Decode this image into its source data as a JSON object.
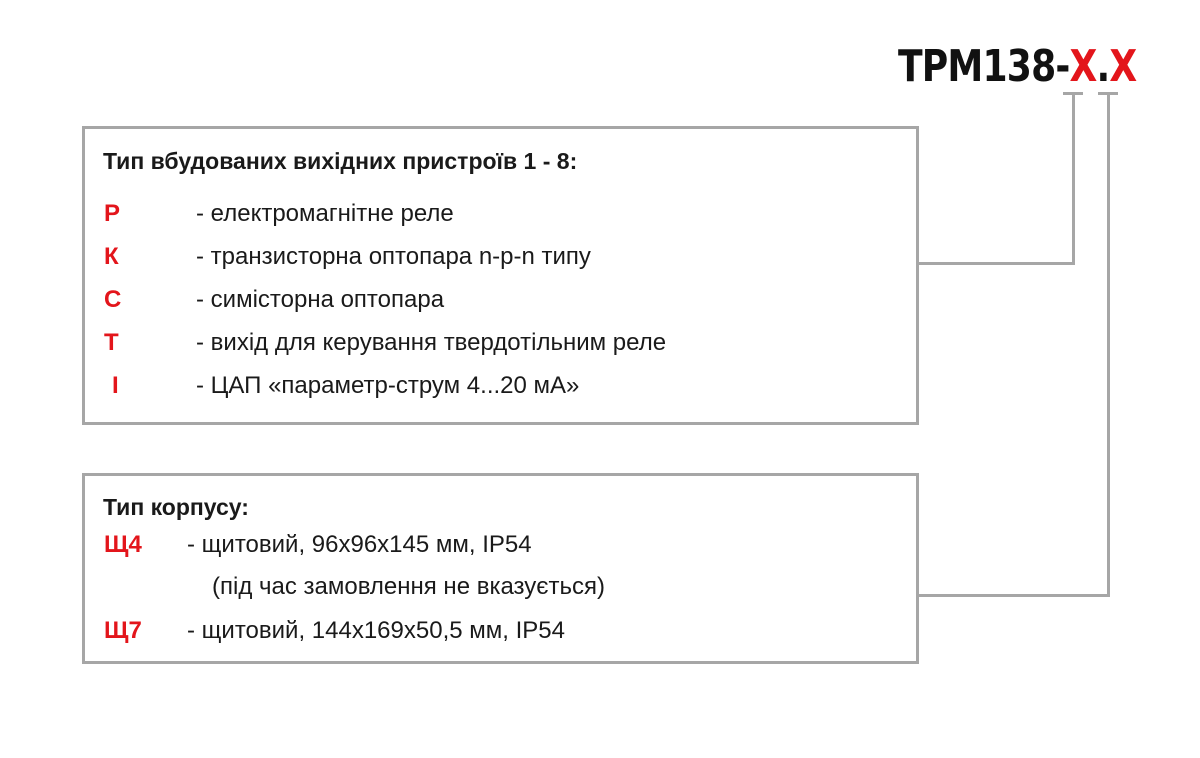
{
  "title": {
    "prefix": "ТРМ138-",
    "code1": "X",
    "sep": ".",
    "code2": "X"
  },
  "output_types": {
    "heading": "Тип вбудованих вихідних пристроїв 1 - 8:",
    "items": [
      {
        "code": "Р",
        "desc": "- електромагнітне реле"
      },
      {
        "code": "К",
        "desc": "- транзисторна оптопара n-p-n типу"
      },
      {
        "code": "С",
        "desc": "- симісторна оптопара"
      },
      {
        "code": "Т",
        "desc": "- вихід для керування твердотільним реле"
      },
      {
        "code": "І",
        "desc": "- ЦАП «параметр-струм 4...20 мА»"
      }
    ]
  },
  "housing": {
    "heading": "Тип корпусу:",
    "items": [
      {
        "code": "Щ4",
        "desc": "- щитовий, 96х96х145 мм, IP54",
        "note": "(під час замовлення не вказується)"
      },
      {
        "code": "Щ7",
        "desc": "- щитовий, 144х169х50,5 мм, IP54"
      }
    ]
  },
  "colors": {
    "accent": "#e3151b",
    "border": "#a6a6a6",
    "text": "#1a1a1a"
  }
}
